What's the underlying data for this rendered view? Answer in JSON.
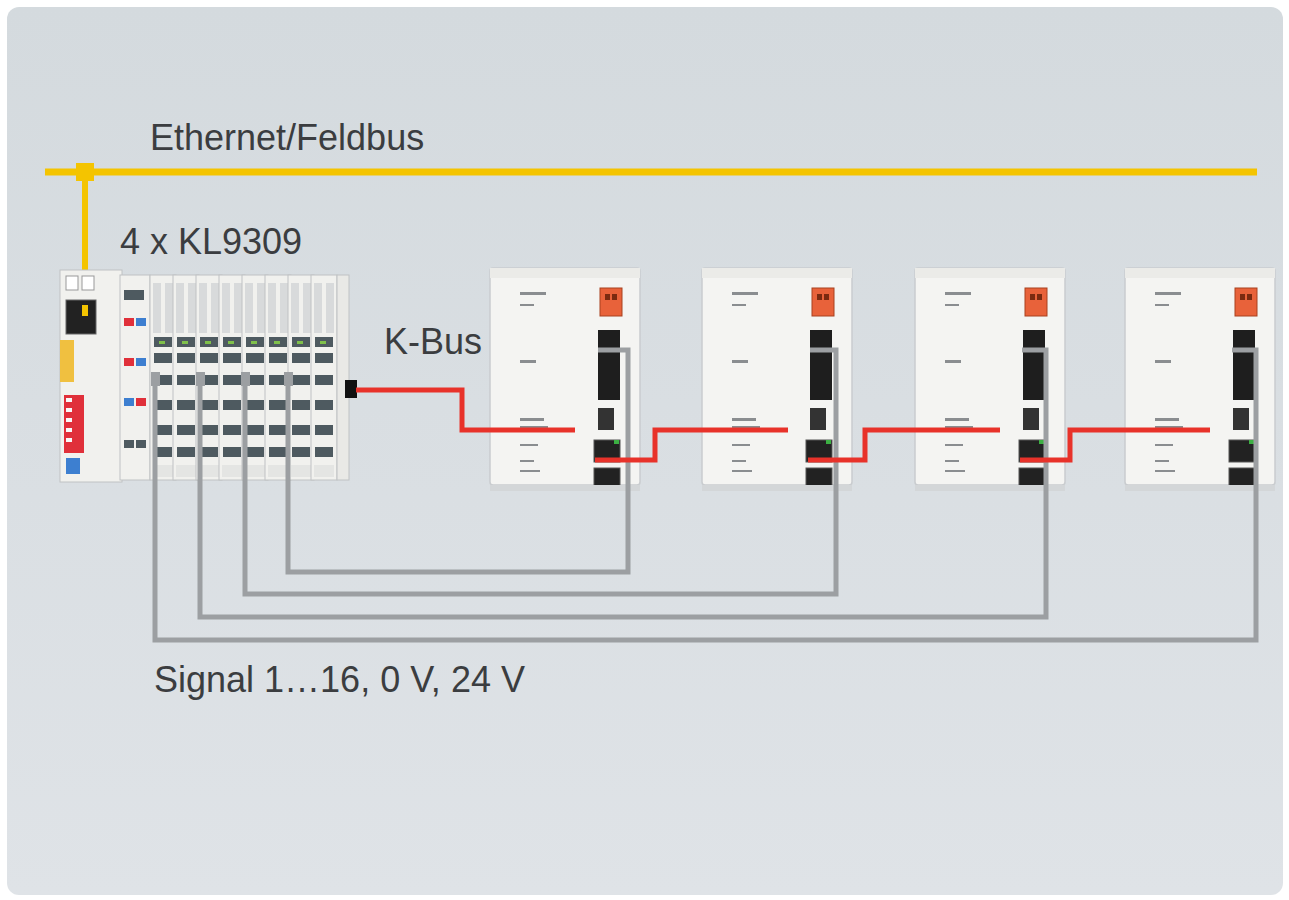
{
  "diagram": {
    "nodes": [
      {
        "text": [
          "4 x KL9309"
        ]
      }
    ],
    "labels": [
      "Ethernet/Feldbus",
      "K-Bus",
      "Signal 1…1​6, 0 V, 24 V"
    ]
  }
}
